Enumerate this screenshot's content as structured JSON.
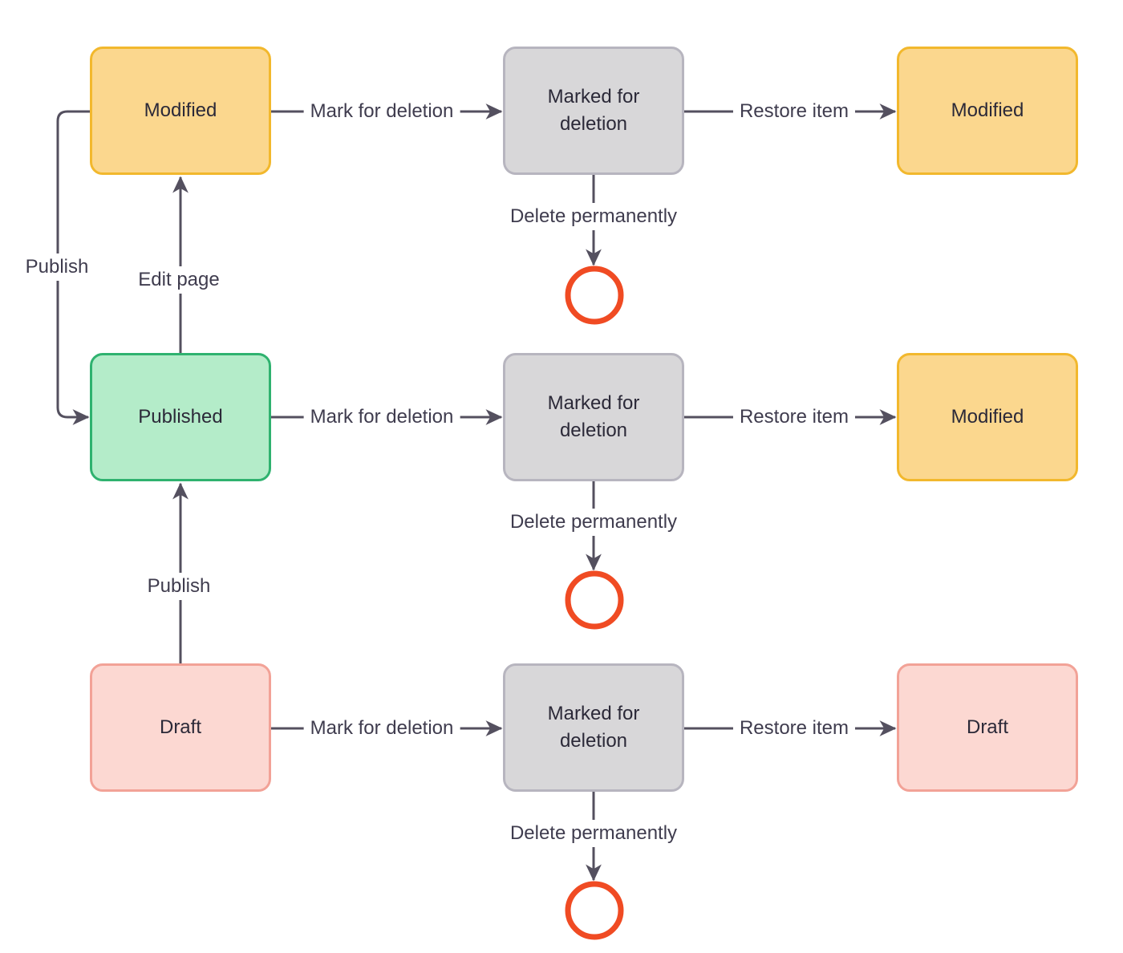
{
  "nodes": {
    "row1": {
      "left": "Modified",
      "mid": "Marked for deletion",
      "right": "Modified"
    },
    "row2": {
      "left": "Published",
      "mid": "Marked for deletion",
      "right": "Modified"
    },
    "row3": {
      "left": "Draft",
      "mid": "Marked for deletion",
      "right": "Draft"
    }
  },
  "edges": {
    "publish_from_modified": "Publish",
    "edit_page": "Edit page",
    "publish_from_draft": "Publish",
    "mark_for_deletion_1": "Mark for deletion",
    "mark_for_deletion_2": "Mark for deletion",
    "mark_for_deletion_3": "Mark for deletion",
    "restore_item_1": "Restore item",
    "restore_item_2": "Restore item",
    "restore_item_3": "Restore item",
    "delete_permanently_1": "Delete permanently",
    "delete_permanently_2": "Delete permanently",
    "delete_permanently_3": "Delete permanently"
  },
  "colors": {
    "line": "#54505f",
    "node_text": "#2b2938",
    "edge_text": "#3f3c4e",
    "yellow_fill": "#fbd78e",
    "yellow_border": "#f2b82d",
    "green_fill": "#b4ecc9",
    "green_border": "#2fb26f",
    "pink_fill": "#fcd8d2",
    "pink_border": "#f2a297",
    "gray_fill": "#d8d7d9",
    "gray_border": "#b7b5bf",
    "terminal_ring": "#f04b23",
    "background": "#ffffff"
  }
}
